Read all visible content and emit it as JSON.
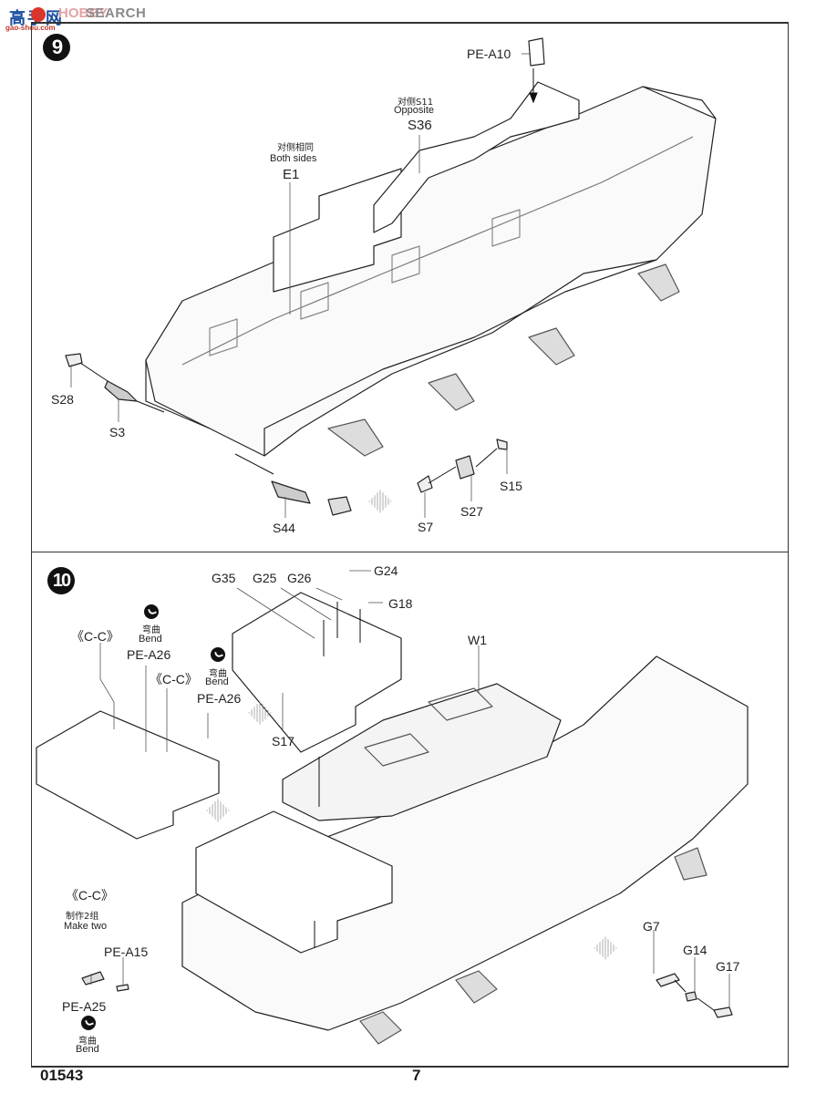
{
  "watermark": {
    "logo_cn": "高手网",
    "brand_faded": "HOBBY",
    "brand": "SEARCH",
    "url": "gao-shou.com"
  },
  "steps": [
    {
      "number": "9",
      "labels": {
        "pe_a10": "PE-A10",
        "s36_cn": "对侧S11",
        "s36_en": "Opposite",
        "s36": "S36",
        "e1_cn": "对侧相同",
        "e1_en": "Both sides",
        "e1": "E1",
        "s28": "S28",
        "s3": "S3",
        "s44": "S44",
        "s7": "S7",
        "s27": "S27",
        "s15": "S15"
      }
    },
    {
      "number": "10",
      "labels": {
        "cc1": "《C-C》",
        "bend1_cn": "弯曲",
        "bend1_en": "Bend",
        "pe_a26_1": "PE-A26",
        "cc2": "《C-C》",
        "bend2_cn": "弯曲",
        "bend2_en": "Bend",
        "pe_a26_2": "PE-A26",
        "g35": "G35",
        "g25": "G25",
        "g26": "G26",
        "g24": "G24",
        "g18": "G18",
        "s17": "S17",
        "w1": "W1",
        "cc3": "《C-C》",
        "make_two_cn": "制作2组",
        "make_two_en": "Make two",
        "pe_a15": "PE-A15",
        "pe_a25": "PE-A25",
        "bend3_cn": "弯曲",
        "bend3_en": "Bend",
        "g7": "G7",
        "g14": "G14",
        "g17": "G17"
      }
    }
  ],
  "footer": {
    "product_code": "01543",
    "page_number": "7"
  }
}
